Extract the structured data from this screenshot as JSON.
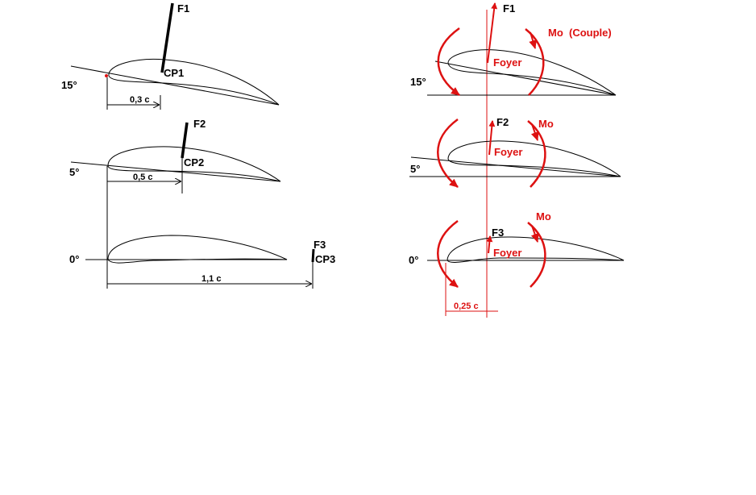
{
  "left_panel": {
    "rows": [
      {
        "angle": "15°",
        "force": "F1",
        "cp": "CP1",
        "distance": "0,3 c"
      },
      {
        "angle": "5°",
        "force": "F2",
        "cp": "CP2",
        "distance": "0,5 c"
      },
      {
        "angle": "0°",
        "force": "F3",
        "cp": "CP3",
        "distance": "1,1 c"
      }
    ]
  },
  "right_panel": {
    "rows": [
      {
        "angle": "15°",
        "force": "F1",
        "center_label": "Foyer",
        "moment_label": "Mo  (Couple)"
      },
      {
        "angle": "5°",
        "force": "F2",
        "center_label": "Foyer",
        "moment_label": "Mo"
      },
      {
        "angle": "0°",
        "force": "F3",
        "center_label": "Foyer",
        "moment_label": "Mo"
      }
    ],
    "distance": "0,25 c"
  },
  "colors": {
    "ink": "#000000",
    "accent": "#dd1111"
  }
}
